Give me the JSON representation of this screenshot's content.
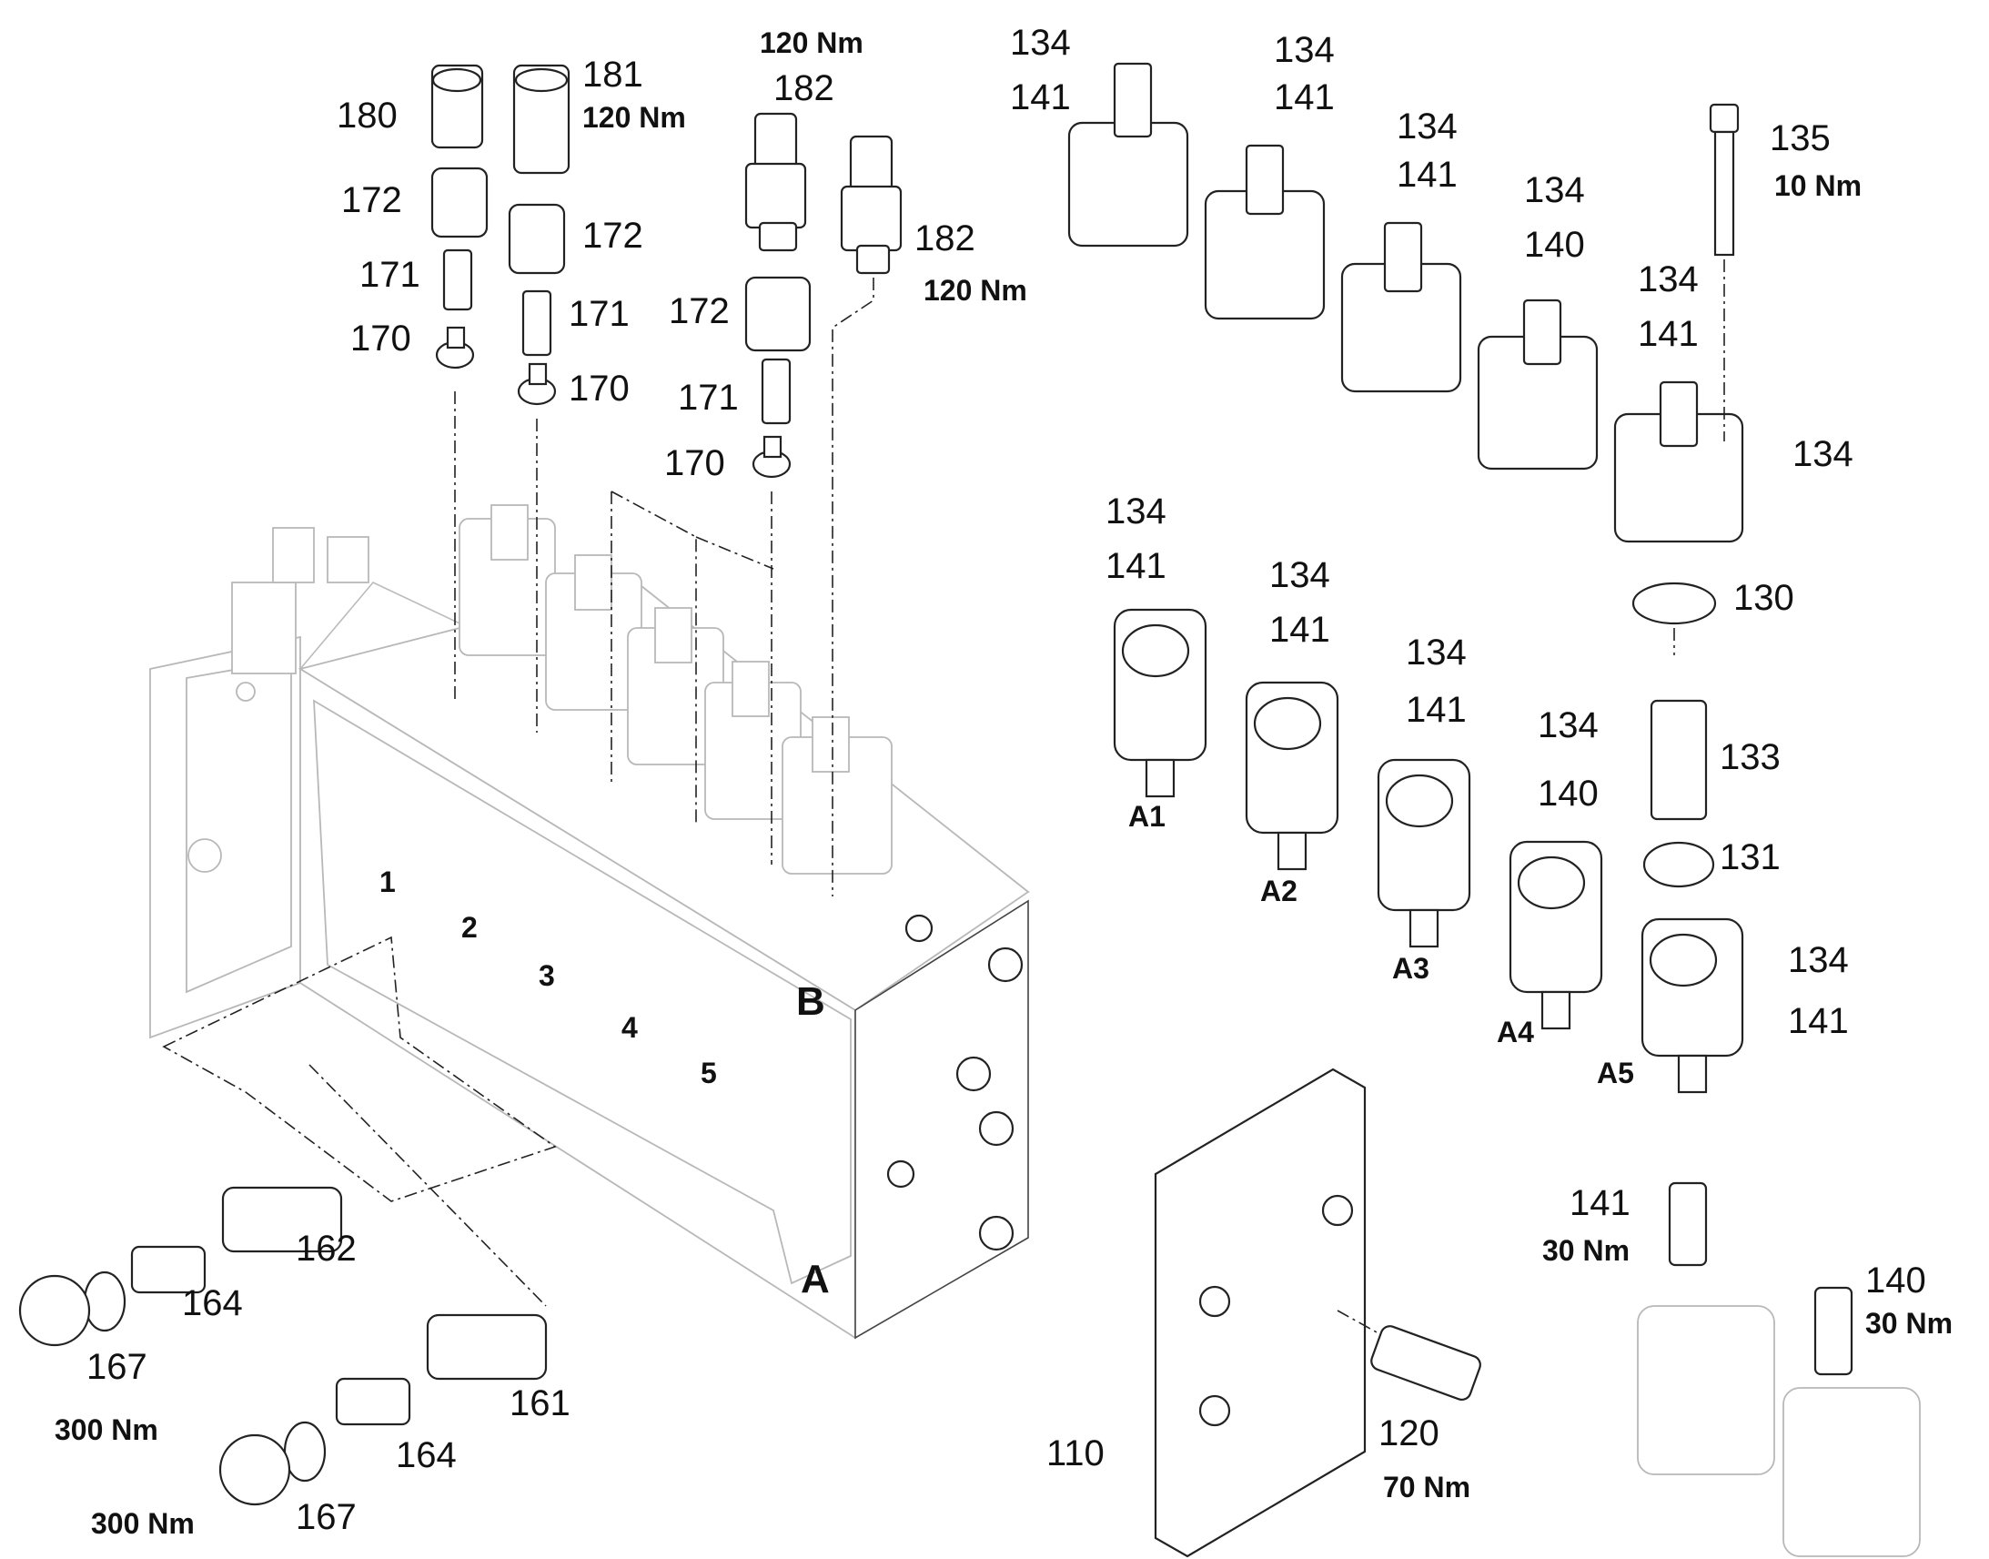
{
  "callouts": {
    "c180": "180",
    "c181": "181",
    "c181_torque": "120 Nm",
    "c182_top_torque": "120 Nm",
    "c182a": "182",
    "c172a": "172",
    "c172b": "172",
    "c172c": "172",
    "c171a": "171",
    "c171b": "171",
    "c171c": "171",
    "c170a": "170",
    "c170b": "170",
    "c170c": "170",
    "c182b": "182",
    "c182b_torque": "120 Nm",
    "c135": "135",
    "c135_torque": "10 Nm",
    "c130": "130",
    "c133": "133",
    "c131": "131",
    "c162": "162",
    "c164a": "164",
    "c167a": "167",
    "c167a_torque": "300 Nm",
    "c161": "161",
    "c164b": "164",
    "c167b": "167",
    "c167b_torque": "300 Nm",
    "c110": "110",
    "c120": "120",
    "c120_torque": "70 Nm",
    "c141_nip": "141",
    "c141_nip_torque": "30 Nm",
    "c140_nip": "140",
    "c140_nip_torque": "30 Nm"
  },
  "solenoid_labels": [
    {
      "a": "134",
      "b": "141"
    },
    {
      "a": "134",
      "b": "141"
    },
    {
      "a": "134",
      "b": "141"
    },
    {
      "a": "134",
      "b": "140"
    },
    {
      "a": "134",
      "b": "141"
    },
    {
      "a": "134",
      "b": ""
    }
  ],
  "housing_labels": [
    {
      "a": "134",
      "b": "141",
      "pos": "A1"
    },
    {
      "a": "134",
      "b": "141",
      "pos": "A2"
    },
    {
      "a": "134",
      "b": "141",
      "pos": "A3"
    },
    {
      "a": "134",
      "b": "140",
      "pos": "A4"
    },
    {
      "a": "134",
      "b": "141",
      "pos": "A5"
    }
  ],
  "spool_positions": [
    "1",
    "2",
    "3",
    "4",
    "5"
  ],
  "ports": {
    "b": "B",
    "a": "A"
  }
}
